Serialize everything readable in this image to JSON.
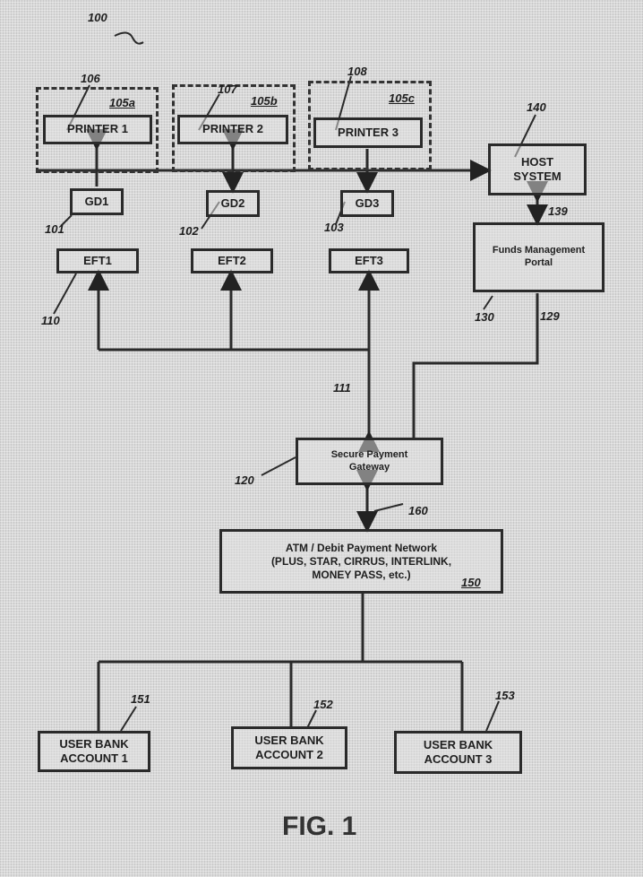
{
  "refs": {
    "system": "100",
    "printer1": "106",
    "printer2": "107",
    "printer3": "108",
    "group_a": "105a",
    "group_b": "105b",
    "group_c": "105c",
    "host": "140",
    "link_host_portal": "139",
    "gd1": "101",
    "gd2": "102",
    "gd3": "103",
    "eft": "110",
    "portal": "130",
    "link_portal_gateway": "129",
    "eft_bus": "111",
    "gateway": "120",
    "link_gateway_network": "160",
    "network": "150",
    "bank1": "151",
    "bank2": "152",
    "bank3": "153"
  },
  "boxes": {
    "printer1": "PRINTER 1",
    "printer2": "PRINTER 2",
    "printer3": "PRINTER 3",
    "host": "HOST SYSTEM",
    "gd1": "GD1",
    "gd2": "GD2",
    "gd3": "GD3",
    "eft1": "EFT1",
    "eft2": "EFT2",
    "eft3": "EFT3",
    "portal": "Funds Management Portal",
    "gateway": "Secure Payment Gateway",
    "network_line1": "ATM / Debit Payment Network",
    "network_line2": "(PLUS, STAR, CIRRUS, INTERLINK,",
    "network_line3": "MONEY PASS, etc.)",
    "bank1": "USER BANK ACCOUNT 1",
    "bank2": "USER BANK ACCOUNT 2",
    "bank3": "USER BANK ACCOUNT 3"
  },
  "figure_label": "FIG. 1"
}
